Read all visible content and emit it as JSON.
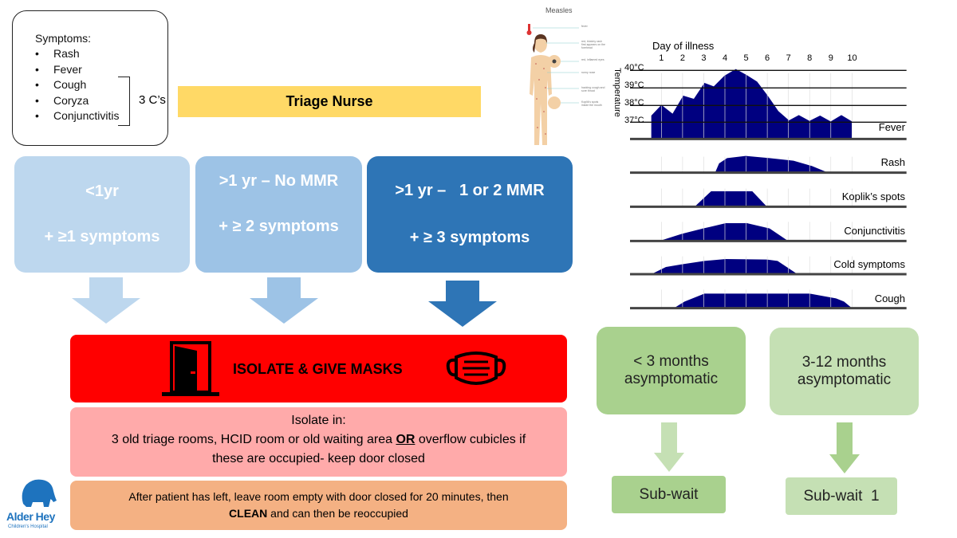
{
  "symptoms": {
    "title": "Symptoms:",
    "items": [
      "Rash",
      "Fever",
      "Cough",
      "Coryza",
      "Conjunctivitis"
    ],
    "group_label": "3 C’s"
  },
  "triage": "Triage Nurse",
  "categories": [
    {
      "line1": "<1yr",
      "line2": "+ ≥1 symptoms",
      "color": "#bdd7ee"
    },
    {
      "line1": ">1 yr – No MMR",
      "line2": "+ ≥ 2 symptoms",
      "color": "#9dc3e6"
    },
    {
      "line1": ">1 yr –   1 or 2 MMR",
      "line2": "+ ≥ 3 symptoms",
      "color": "#2e75b6"
    }
  ],
  "isolate": {
    "title": "ISOLATE & GIVE MASKS"
  },
  "isolate_in": {
    "line1": "Isolate in:",
    "line2a": "3 old triage rooms, HCID room or old waiting area ",
    "or": "OR",
    "line2b": " overflow cubicles if",
    "line3": "these are occupied- keep door closed"
  },
  "after": {
    "line1": "After patient has left, leave room empty with door closed for 20 minutes, then",
    "clean": "CLEAN",
    "line2": " and can then be reoccupied"
  },
  "measles_figure": {
    "title": "Measles",
    "labels": [
      "fever",
      "red, blotchy rash first appears on the forehead",
      "red, inflamed eyes",
      "runny nose",
      "hacking cough and sore throat",
      "Koplik's spots inside the mouth"
    ]
  },
  "chart_data": {
    "type": "area",
    "title": "Day of illness",
    "ylabel": "Temperature",
    "x": [
      1,
      2,
      3,
      4,
      5,
      6,
      7,
      8,
      9,
      10
    ],
    "temp_ticks": [
      "40°C",
      "39°C",
      "38°C",
      "37°C"
    ],
    "series": [
      "Fever",
      "Rash",
      "Koplik’s spots",
      "Conjunctivitis",
      "Cold symptoms",
      "Cough"
    ]
  },
  "infants": [
    {
      "label": "< 3 months asymptomatic",
      "line1": "< 3 months",
      "line2": "asymptomatic",
      "dest": "Sub-wait",
      "color": "#a9d18e"
    },
    {
      "label": "3-12 months asymptomatic",
      "line1": "3-12 months",
      "line2": "asymptomatic",
      "dest": "Sub-wait  1",
      "color": "#c5e0b4"
    }
  ],
  "logo": {
    "name": "Alder Hey",
    "sub": "Children's Hospital"
  }
}
